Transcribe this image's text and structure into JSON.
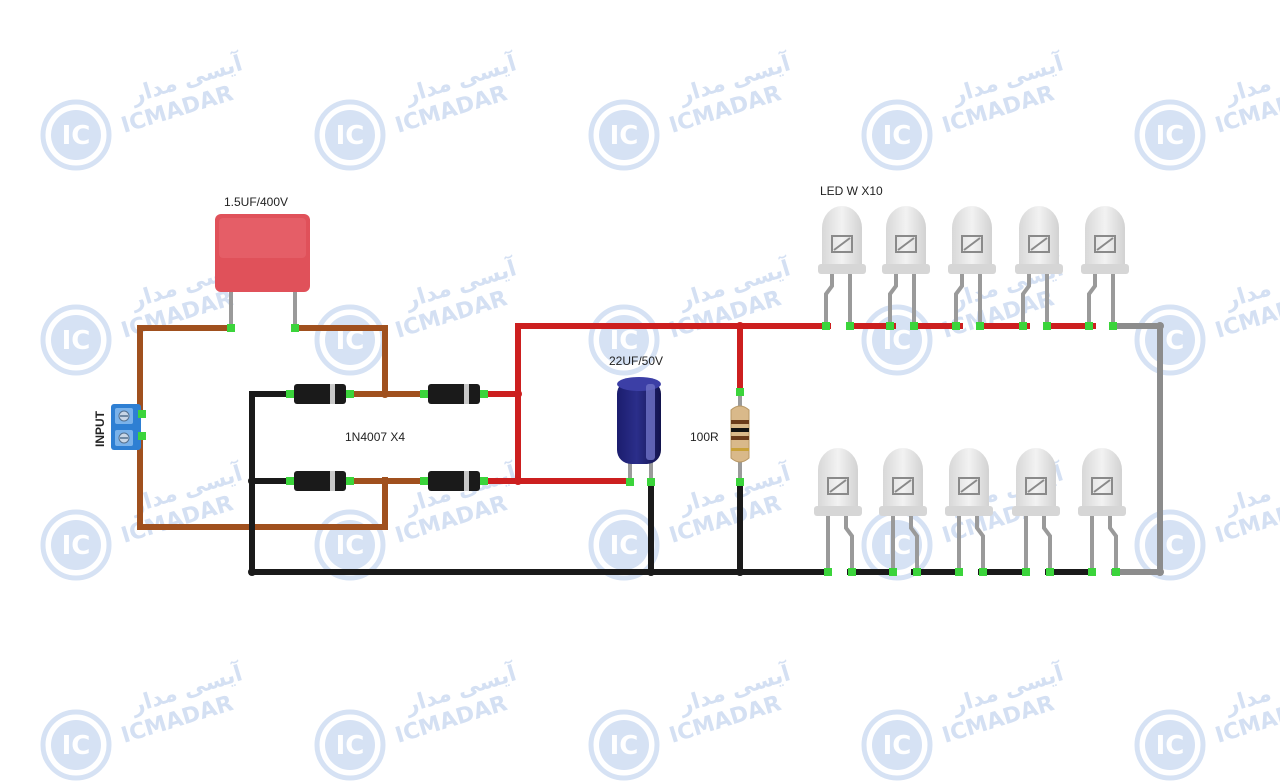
{
  "watermark": {
    "latin": "ICMADAR",
    "persian": "آیسی مدار",
    "badge": "IC"
  },
  "labels": {
    "capacitor": "1.5UF/400V",
    "diodes": "1N4007 X4",
    "electrolytic": "22UF/50V",
    "resistor": "100R",
    "leds": "LED W X10",
    "input": "INPUT"
  },
  "colors": {
    "ac_wire": "#a0501e",
    "positive_wire": "#cc1f1f",
    "negative_wire": "#1a1a1a",
    "return_wire": "#8c8c8c",
    "capacitor_body": "#e0515a",
    "terminal_block": "#2e7fd3",
    "electrolytic_body": "#1b1d6e",
    "led_body": "#e2e2e2",
    "pin_highlight": "#3bd43b",
    "watermark": "#d4e0f3"
  },
  "components": {
    "leds_top_count": 5,
    "leds_bottom_count": 5,
    "diode_count": 4
  }
}
